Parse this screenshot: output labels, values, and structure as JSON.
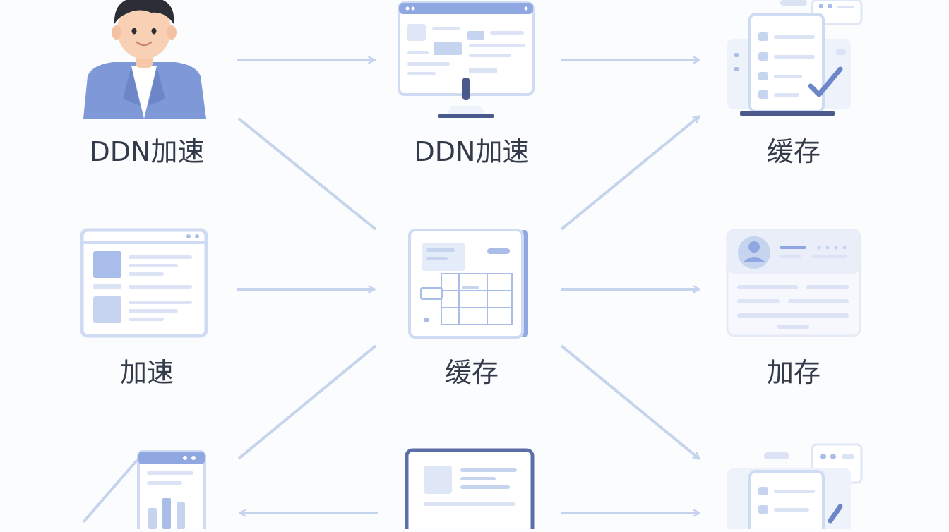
{
  "nodes": {
    "user": {
      "label": "DDN加速"
    },
    "monitor": {
      "label": "DDN加速"
    },
    "cache_top": {
      "label": "缓存"
    },
    "web_left": {
      "label": "加速"
    },
    "cache_center": {
      "label": "缓存"
    },
    "profile_right": {
      "label": "加存"
    }
  },
  "colors": {
    "arrow": "#c5d3ec",
    "frame": "#cfdbf2",
    "accent": "#8fa8e2",
    "dark": "#4a5a8c",
    "fill": "#eef2fb"
  }
}
